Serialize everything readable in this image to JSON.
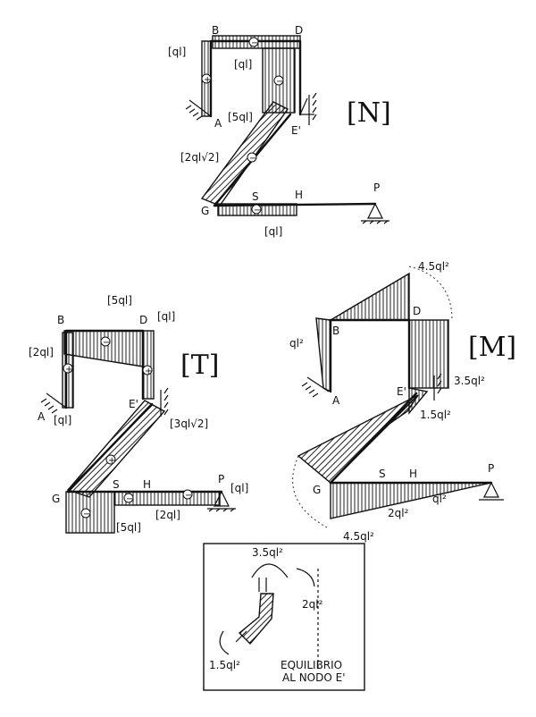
{
  "diagram_N": {
    "title": "[N]",
    "nodes": {
      "B": "B",
      "D": "D",
      "A": "A",
      "E": "E'",
      "G": "G",
      "S": "S",
      "H": "H",
      "P": "P"
    },
    "labels": {
      "ql_left": "[ql]",
      "ql_mid": "[ql]",
      "five_ql": "[5ql]",
      "two_ql_sqrt2": "[2ql√2]",
      "ql_bottom": "[ql]"
    }
  },
  "diagram_T": {
    "title": "[T]",
    "nodes": {
      "B": "B",
      "D": "D",
      "A": "A",
      "E": "E'",
      "G": "G",
      "S": "S",
      "H": "H",
      "P": "P"
    },
    "labels": {
      "five_ql": "[5ql]",
      "ql_top": "[ql]",
      "two_ql": "[2ql]",
      "ql_A": "[ql]",
      "three_ql_sqrt2": "[3ql√2]",
      "ql_P": "[ql]",
      "two_ql_bottom": "[2ql]",
      "five_ql_bottom": "[5ql]"
    }
  },
  "diagram_M": {
    "title": "[M]",
    "nodes": {
      "B": "B",
      "D": "D",
      "A": "A",
      "E": "E'",
      "G": "G",
      "S": "S",
      "H": "H",
      "P": "P"
    },
    "labels": {
      "top": "4.5ql²",
      "left": "ql²",
      "right_35": "3.5ql²",
      "right_15": "1.5ql²",
      "g_bottom": "4.5ql²",
      "mid": "2ql²",
      "right_bottom": "ql²"
    }
  },
  "equilibrium": {
    "m1": "3.5ql²",
    "m2": "2ql²",
    "m3": "1.5ql²",
    "caption_line1": "EQUILIBRIO",
    "caption_line2": "AL NODO E'"
  }
}
